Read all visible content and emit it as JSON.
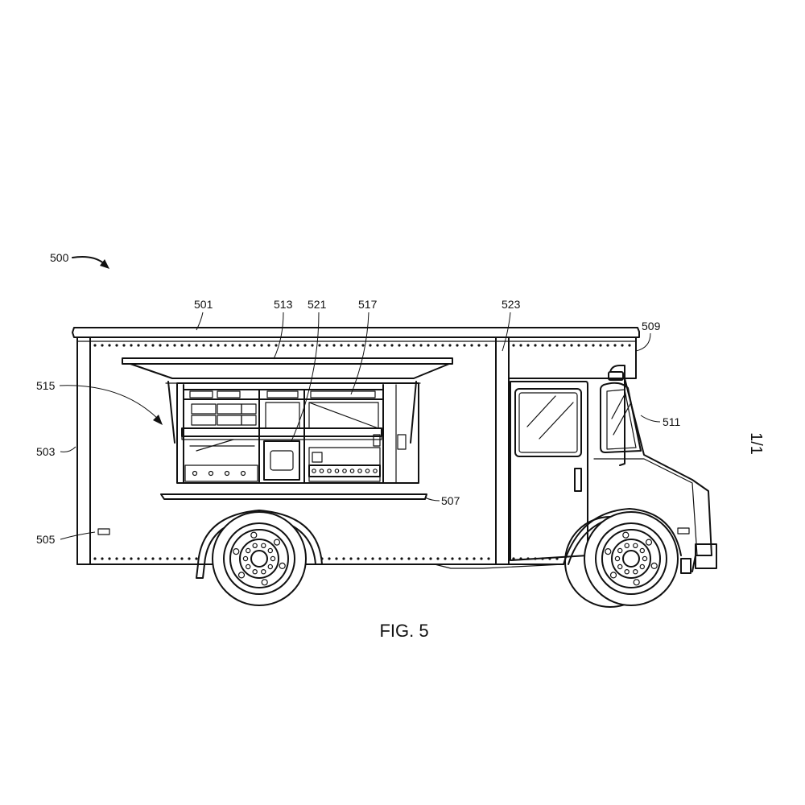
{
  "figure": {
    "caption": "FIG. 5",
    "sheet_number": "1/1",
    "reference_numerals": {
      "assembly": "500",
      "roof": "501",
      "side_wall": "503",
      "marker_light": "505",
      "serving_counter": "507",
      "mirror": "509",
      "windshield": "511",
      "awning": "513",
      "service_window": "515",
      "upper_shelf": "517",
      "interior_panel": "521",
      "partition": "523"
    }
  }
}
